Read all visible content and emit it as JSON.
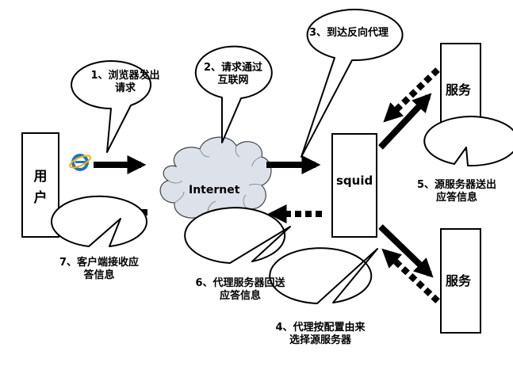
{
  "nodes": {
    "user": "用户",
    "internet": "Internet",
    "squid": "squid",
    "server_top": "服务",
    "server_bottom": "服务"
  },
  "callouts": {
    "step1": "1、浏览器发出请求",
    "step2": "2、请求通过互联网",
    "step3": "3、到达反向代理",
    "step4": "4、代理按配置由来选择源服务器",
    "step5": "5、源服务器送出应答信息",
    "step6": "6、代理服务器回送应答信息",
    "step7": "7、客户端接收应答信息"
  },
  "icons": {
    "browser": "internet-explorer-icon"
  },
  "colors": {
    "line": "#000000",
    "background": "#ffffff",
    "ie_blue": "#1f73c9",
    "ie_ring": "#f0b400"
  }
}
